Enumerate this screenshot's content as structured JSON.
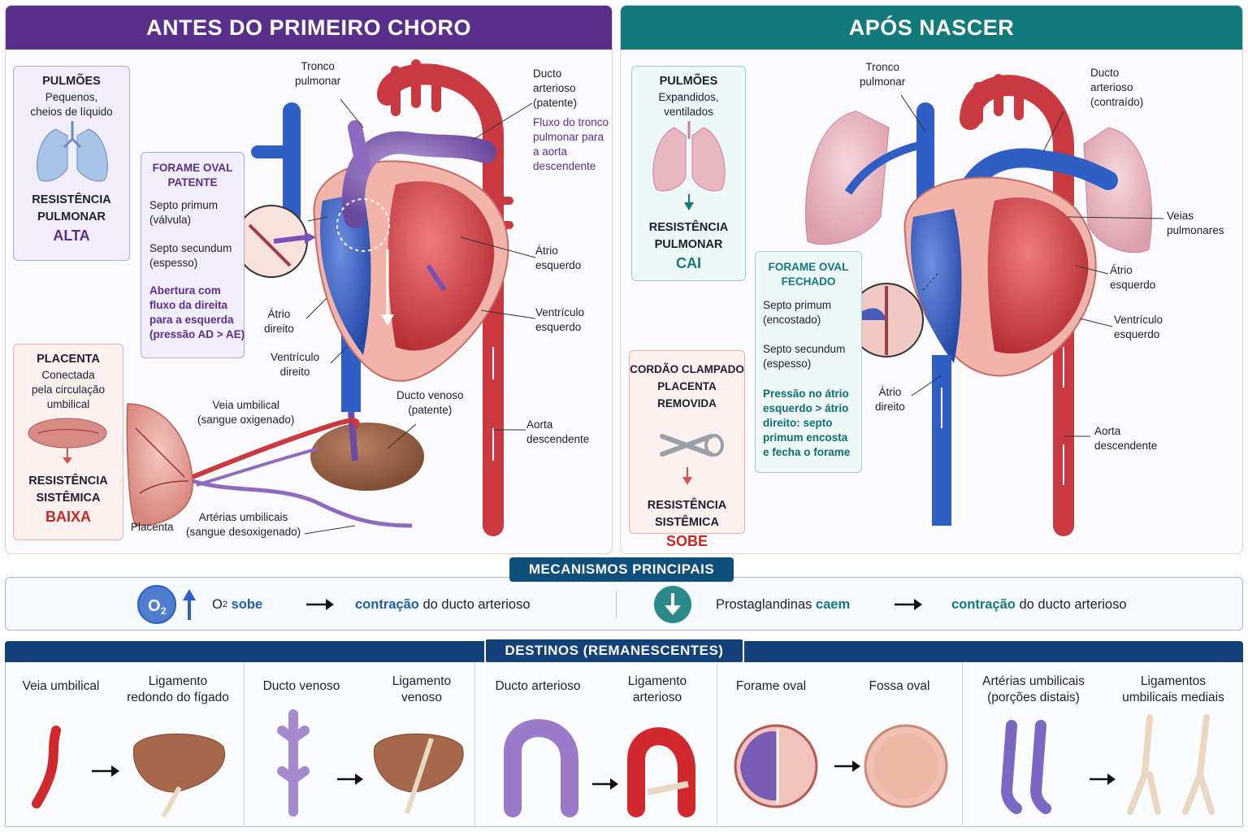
{
  "left": {
    "title": "ANTES DO PRIMEIRO CHORO",
    "lungs_box": {
      "title": "PULMÕES",
      "sub1": "Pequenos,",
      "sub2": "cheios de líquido",
      "res1": "RESISTÊNCIA",
      "res2": "PULMONAR",
      "value": "ALTA"
    },
    "foramen_box": {
      "title1": "FORAME OVAL",
      "title2": "PATENTE",
      "primum1": "Septo primum",
      "primum2": "(válvula)",
      "secundum1": "Septo secundum",
      "secundum2": "(espesso)",
      "note1": "Abertura com",
      "note2": "fluxo da direita",
      "note3": "para a esquerda",
      "note4": "(pressão AD > AE)"
    },
    "placenta_box": {
      "title": "PLACENTA",
      "sub1": "Conectada",
      "sub2": "pela circulação",
      "sub3": "umbilical",
      "res1": "RESISTÊNCIA",
      "res2": "SISTÊMICA",
      "value": "BAIXA"
    },
    "labels": {
      "tronco1": "Tronco",
      "tronco2": "pulmonar",
      "ducto1": "Ducto",
      "ducto2": "arterioso",
      "ducto3": "(patente)",
      "fluxo1": "Fluxo do tronco",
      "fluxo2": "pulmonar para",
      "fluxo3": "a aorta",
      "fluxo4": "descendente",
      "atrio_esq1": "Átrio",
      "atrio_esq2": "esquerdo",
      "vent_esq1": "Ventrículo",
      "vent_esq2": "esquerdo",
      "atrio_dir1": "Átrio",
      "atrio_dir2": "direito",
      "vent_dir1": "Ventrículo",
      "vent_dir2": "direito",
      "veia_umb1": "Veia umbilical",
      "veia_umb2": "(sangue oxigenado)",
      "ducto_ven1": "Ducto venoso",
      "ducto_ven2": "(patente)",
      "aorta1": "Aorta",
      "aorta2": "descendente",
      "art_umb1": "Artérias umbilicais",
      "art_umb2": "(sangue desoxigenado)",
      "placenta": "Placenta"
    }
  },
  "right": {
    "title": "APÓS NASCER",
    "lungs_box": {
      "title": "PULMÕES",
      "sub1": "Expandidos,",
      "sub2": "ventilados",
      "res1": "RESISTÊNCIA",
      "res2": "PULMONAR",
      "value": "CAI"
    },
    "foramen_box": {
      "title1": "FORAME OVAL",
      "title2": "FECHADO",
      "primum1": "Septo primum",
      "primum2": "(encostado)",
      "secundum1": "Septo secundum",
      "secundum2": "(espesso)",
      "note1": "Pressão no átrio",
      "note2": "esquerdo > átrio",
      "note3": "direito: septo",
      "note4": "primum encosta",
      "note5": "e fecha o forame"
    },
    "cord_box": {
      "title1": "CORDÃO CLAMPADO",
      "title2": "PLACENTA REMOVIDA",
      "res1": "RESISTÊNCIA",
      "res2": "SISTÊMICA",
      "value": "SOBE"
    },
    "labels": {
      "tronco1": "Tronco",
      "tronco2": "pulmonar",
      "ducto1": "Ducto",
      "ducto2": "arterioso",
      "ducto3": "(contraído)",
      "veias1": "Veias",
      "veias2": "pulmonares",
      "atrio_esq1": "Átrio",
      "atrio_esq2": "esquerdo",
      "vent_esq1": "Ventrículo",
      "vent_esq2": "esquerdo",
      "atrio_dir1": "Átrio",
      "atrio_dir2": "direito",
      "aorta1": "Aorta",
      "aorta2": "descendente"
    }
  },
  "mechanisms": {
    "title": "MECANISMOS PRINCIPAIS",
    "o2_badge": "O",
    "o2_badge_sub": "2",
    "item1_o": "O",
    "item1_sub": "2",
    "item1_rise": "sobe",
    "item1_result_strong": "contração",
    "item1_result_rest": "do ducto arterioso",
    "item2_text": "Prostaglandinas",
    "item2_fall": "caem",
    "item2_result_strong": "contração",
    "item2_result_rest": "do ducto arterioso",
    "colors": {
      "blue": "#1f5fae",
      "teal": "#127a7a",
      "purple": "#5a2f8c",
      "red": "#c62828"
    }
  },
  "destinations": {
    "title": "DESTINOS (REMANESCENTES)",
    "pairs": [
      {
        "from": "Veia umbilical",
        "to1": "Ligamento",
        "to2": "redondo do fígado"
      },
      {
        "from": "Ducto venoso",
        "to1": "Ligamento",
        "to2": "venoso"
      },
      {
        "from": "Ducto arterioso",
        "to1": "Ligamento",
        "to2": "arterioso"
      },
      {
        "from": "Forame oval",
        "to1": "Fossa oval",
        "to2": ""
      },
      {
        "from1": "Artérias umbilicais",
        "from2": "(porções distais)",
        "to1": "Ligamentos",
        "to2": "umbilicais mediais"
      }
    ]
  }
}
